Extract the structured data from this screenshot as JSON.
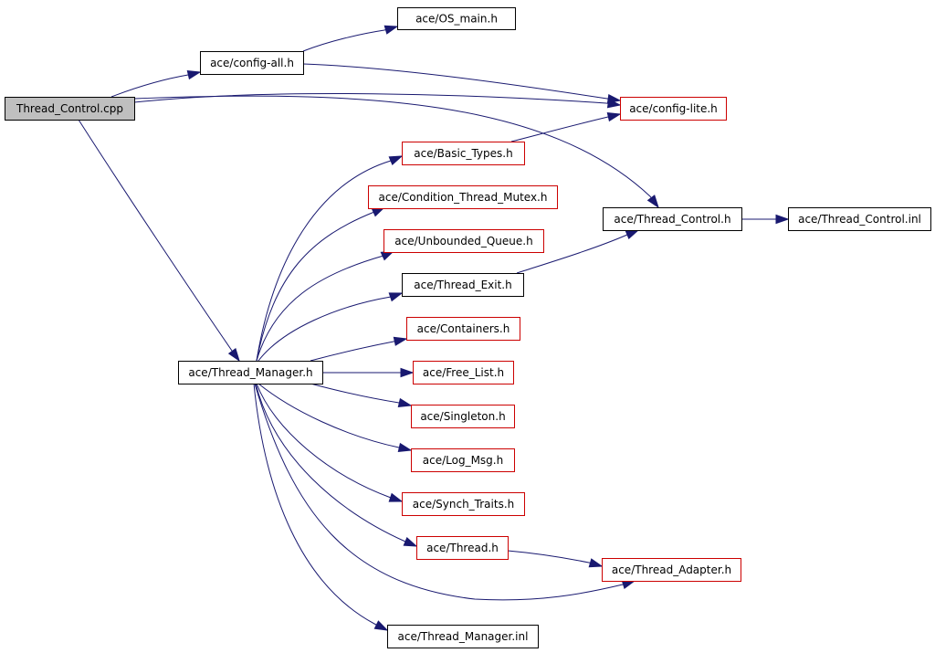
{
  "graph": {
    "colors": {
      "edge": "#191970",
      "root_fill": "#bfbfbf",
      "border_black": "#000000",
      "border_red": "#cc0000",
      "node_fill": "#ffffff"
    },
    "nodes": [
      {
        "id": "thread_control_cpp",
        "label": "Thread_Control.cpp",
        "style": "root"
      },
      {
        "id": "config_all",
        "label": "ace/config-all.h",
        "style": "black"
      },
      {
        "id": "os_main",
        "label": "ace/OS_main.h",
        "style": "black"
      },
      {
        "id": "config_lite",
        "label": "ace/config-lite.h",
        "style": "red"
      },
      {
        "id": "basic_types",
        "label": "ace/Basic_Types.h",
        "style": "red"
      },
      {
        "id": "condition_thread_mutex",
        "label": "ace/Condition_Thread_Mutex.h",
        "style": "red"
      },
      {
        "id": "unbounded_queue",
        "label": "ace/Unbounded_Queue.h",
        "style": "red"
      },
      {
        "id": "thread_exit",
        "label": "ace/Thread_Exit.h",
        "style": "black"
      },
      {
        "id": "containers",
        "label": "ace/Containers.h",
        "style": "red"
      },
      {
        "id": "free_list",
        "label": "ace/Free_List.h",
        "style": "red"
      },
      {
        "id": "singleton",
        "label": "ace/Singleton.h",
        "style": "red"
      },
      {
        "id": "log_msg",
        "label": "ace/Log_Msg.h",
        "style": "red"
      },
      {
        "id": "synch_traits",
        "label": "ace/Synch_Traits.h",
        "style": "red"
      },
      {
        "id": "thread_h",
        "label": "ace/Thread.h",
        "style": "red"
      },
      {
        "id": "thread_adapter",
        "label": "ace/Thread_Adapter.h",
        "style": "red"
      },
      {
        "id": "thread_manager_inl",
        "label": "ace/Thread_Manager.inl",
        "style": "black"
      },
      {
        "id": "thread_manager",
        "label": "ace/Thread_Manager.h",
        "style": "black"
      },
      {
        "id": "thread_control_h",
        "label": "ace/Thread_Control.h",
        "style": "black"
      },
      {
        "id": "thread_control_inl",
        "label": "ace/Thread_Control.inl",
        "style": "black"
      }
    ],
    "edges": [
      {
        "from": "thread_control_cpp",
        "to": "config_all"
      },
      {
        "from": "thread_control_cpp",
        "to": "config_lite"
      },
      {
        "from": "thread_control_cpp",
        "to": "thread_control_h"
      },
      {
        "from": "thread_control_cpp",
        "to": "thread_manager"
      },
      {
        "from": "config_all",
        "to": "os_main"
      },
      {
        "from": "config_all",
        "to": "config_lite"
      },
      {
        "from": "basic_types",
        "to": "config_lite"
      },
      {
        "from": "thread_control_h",
        "to": "thread_control_inl"
      },
      {
        "from": "thread_exit",
        "to": "thread_control_h"
      },
      {
        "from": "thread_manager",
        "to": "basic_types"
      },
      {
        "from": "thread_manager",
        "to": "condition_thread_mutex"
      },
      {
        "from": "thread_manager",
        "to": "unbounded_queue"
      },
      {
        "from": "thread_manager",
        "to": "thread_exit"
      },
      {
        "from": "thread_manager",
        "to": "containers"
      },
      {
        "from": "thread_manager",
        "to": "free_list"
      },
      {
        "from": "thread_manager",
        "to": "singleton"
      },
      {
        "from": "thread_manager",
        "to": "log_msg"
      },
      {
        "from": "thread_manager",
        "to": "synch_traits"
      },
      {
        "from": "thread_manager",
        "to": "thread_h"
      },
      {
        "from": "thread_manager",
        "to": "thread_adapter"
      },
      {
        "from": "thread_manager",
        "to": "thread_manager_inl"
      },
      {
        "from": "thread_h",
        "to": "thread_adapter"
      }
    ]
  }
}
